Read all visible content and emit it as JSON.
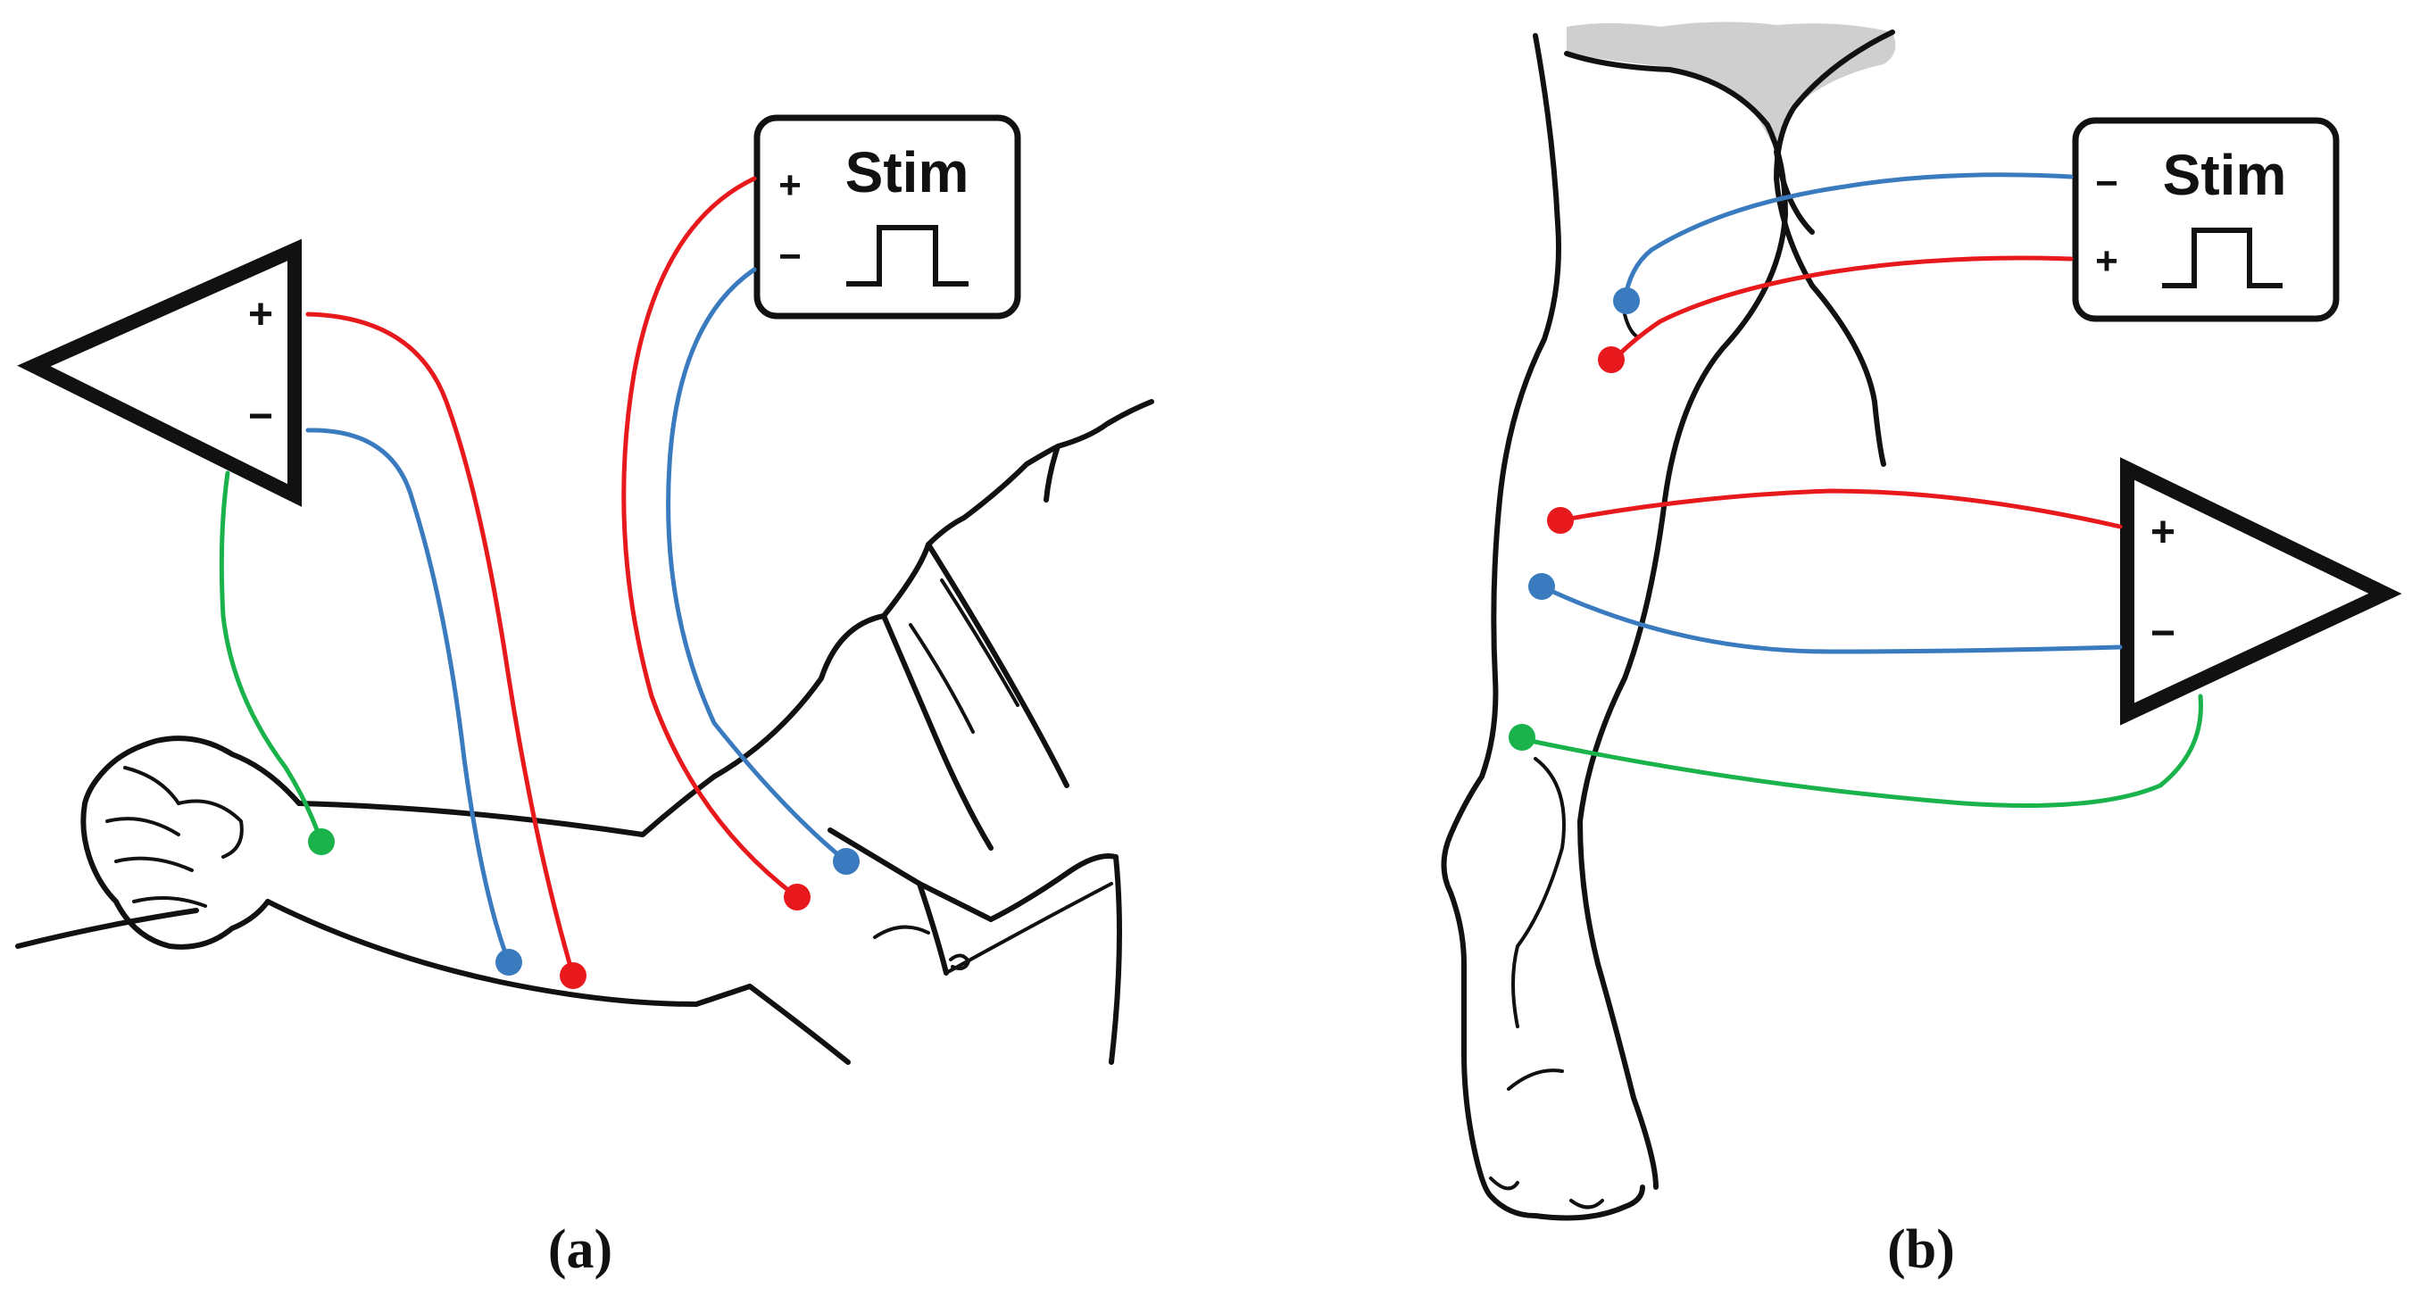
{
  "colors": {
    "positive_wire": "#e8191c",
    "negative_wire": "#3a7bbf",
    "ground_wire": "#19b24b",
    "outline": "#111111",
    "shading": "#cfcfcf"
  },
  "panel_a": {
    "caption": "(a)",
    "stimulator": {
      "label": "Stim",
      "top_terminal": "+",
      "bottom_terminal": "−"
    },
    "amplifier": {
      "top_terminal": "+",
      "bottom_terminal": "−"
    }
  },
  "panel_b": {
    "caption": "(b)",
    "stimulator": {
      "label": "Stim",
      "top_terminal": "−",
      "bottom_terminal": "+"
    },
    "amplifier": {
      "top_terminal": "+",
      "bottom_terminal": "−"
    }
  }
}
